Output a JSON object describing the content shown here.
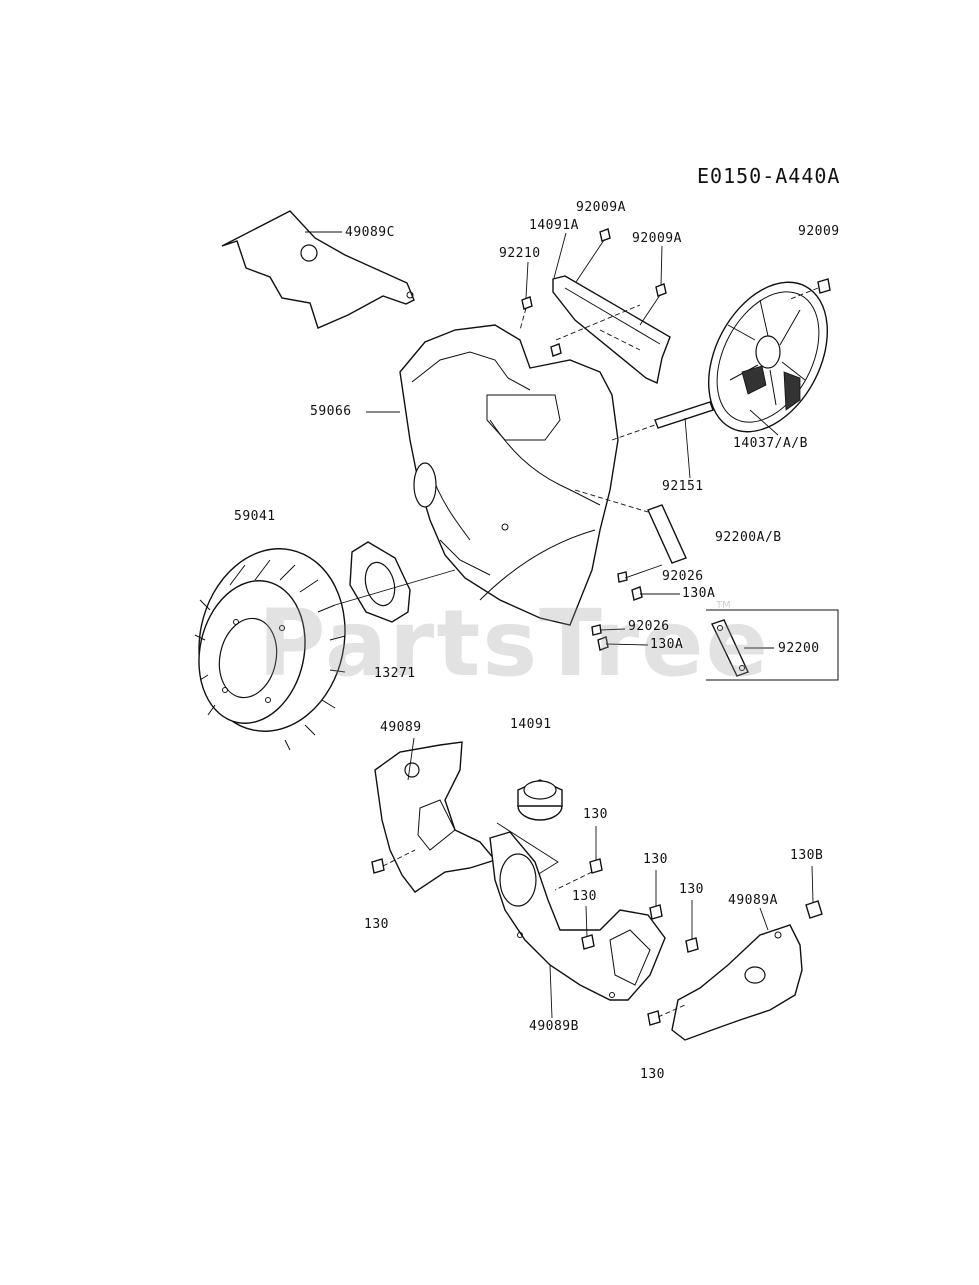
{
  "diagram": {
    "reference_code": "E0150-A440A",
    "watermark": "PartsTree",
    "watermark_tm": "TM",
    "labels": {
      "p49089C": "49089C",
      "p92009A_1": "92009A",
      "p14091A": "14091A",
      "p92009A_2": "92009A",
      "p92009": "92009",
      "p92210": "92210",
      "p59066": "59066",
      "p92151": "92151",
      "p14037AB": "14037/A/B",
      "p59041": "59041",
      "p92200AB": "92200A/B",
      "p92026_1": "92026",
      "p130A_1": "130A",
      "p92026_2": "92026",
      "p130A_2": "130A",
      "p92200": "92200",
      "p13271": "13271",
      "p49089": "49089",
      "p14091": "14091",
      "p130_1": "130",
      "p130_2": "130",
      "p130_3": "130",
      "p130_4": "130",
      "p130B": "130B",
      "p49089A": "49089A",
      "p130_5": "130",
      "p49089B": "49089B",
      "p130_6": "130"
    }
  }
}
